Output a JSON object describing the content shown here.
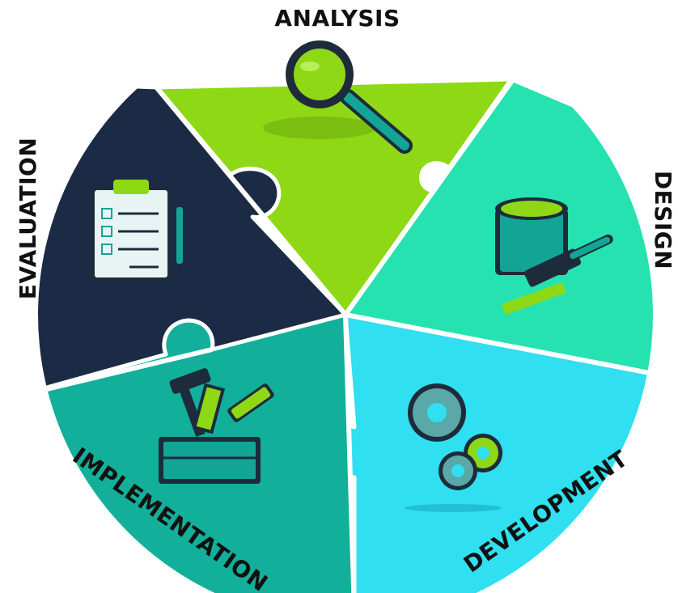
{
  "diagram": {
    "labels": {
      "analysis": "ANALYSIS",
      "design": "DESIGN",
      "development": "DEVELOPMENT",
      "implementation": "IMPLEMENTATION",
      "evaluation": "EVALUATION"
    },
    "segments": [
      {
        "id": "analysis",
        "color": "#8ed816",
        "icon": "magnifying-glass-icon"
      },
      {
        "id": "design",
        "color": "#26e2b1",
        "icon": "paint-can-brush-icon"
      },
      {
        "id": "development",
        "color": "#30dff0",
        "icon": "gears-icon"
      },
      {
        "id": "implementation",
        "color": "#12b09a",
        "icon": "toolbox-icon"
      },
      {
        "id": "evaluation",
        "color": "#1b2b45",
        "icon": "clipboard-checklist-icon"
      }
    ],
    "colors": {
      "outline": "#1d2b3a",
      "divider": "#ffffff",
      "text": "#111111",
      "lime": "#8ed816",
      "teal": "#12a595"
    }
  }
}
